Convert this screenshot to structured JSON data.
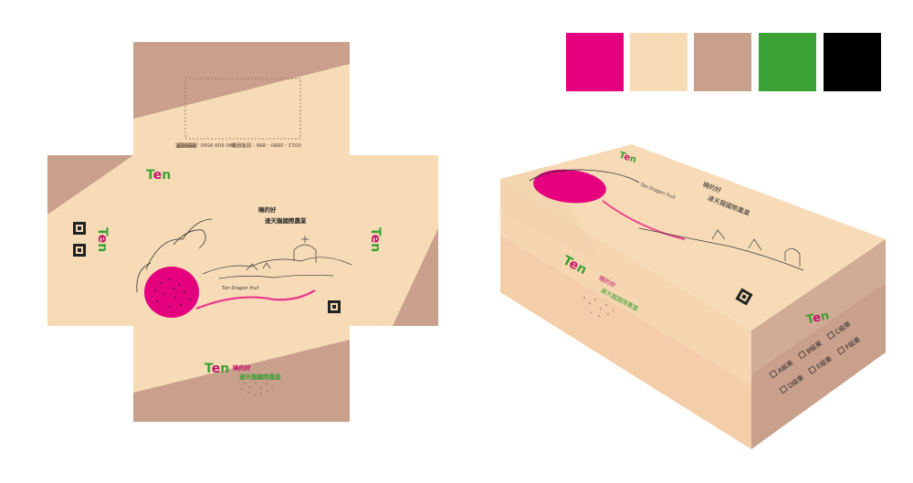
{
  "palette": [
    {
      "name": "magenta",
      "hex": "#e5007e"
    },
    {
      "name": "cream",
      "hex": "#f7dbb7"
    },
    {
      "name": "taupe",
      "hex": "#c8a08b"
    },
    {
      "name": "green",
      "hex": "#3aa135"
    },
    {
      "name": "black",
      "hex": "#000000"
    }
  ],
  "brand": {
    "logo_text": "Ten",
    "logo_colors": {
      "t": "#3aa135",
      "e": "#c3156a",
      "n": "#3aa135"
    }
  },
  "dieline": {
    "slogan_line1": "曉的好",
    "slogan_line2": "達天龍國際農業",
    "script_caption": "Tan Dragon fruit",
    "flap_text_1": "0012 - 0880 - 886 : 話電絡聯",
    "flap_text_2": "990 609 9560 : 號統號統",
    "flap_text_3": "部莊經理"
  },
  "box": {
    "slogan_line1": "曉的好",
    "slogan_line2": "達天龍國際農業",
    "script_caption": "Tan Dragon fruit",
    "grades": [
      "A級果",
      "B級果",
      "C級果",
      "D級果",
      "E級果",
      "F級果"
    ]
  }
}
